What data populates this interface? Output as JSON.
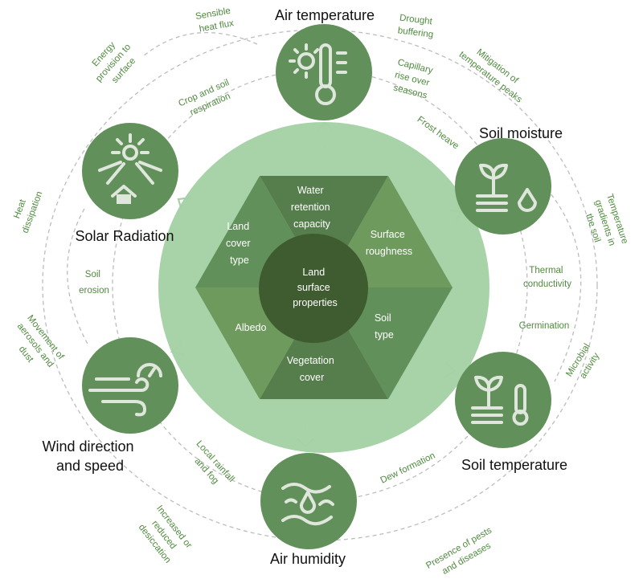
{
  "center": {
    "title_lines": [
      "Land",
      "surface",
      "properties"
    ],
    "segments": {
      "water": [
        "Water",
        "retention",
        "capacity"
      ],
      "roughness": [
        "Surface",
        "roughness"
      ],
      "soil_type": [
        "Soil",
        "type"
      ],
      "vegetation": [
        "Vegetation",
        "cover"
      ],
      "albedo": [
        "Albedo"
      ],
      "land_cover": [
        "Land",
        "cover",
        "type"
      ]
    }
  },
  "nodes": {
    "air_temperature": {
      "label": [
        "Air temperature"
      ],
      "icon": "thermometer-sun-icon"
    },
    "soil_moisture": {
      "label": [
        "Soil moisture"
      ],
      "icon": "plant-water-drop-icon"
    },
    "soil_temperature": {
      "label": [
        "Soil temperature"
      ],
      "icon": "plant-thermometer-icon"
    },
    "air_humidity": {
      "label": [
        "Air humidity"
      ],
      "icon": "humidity-icon"
    },
    "wind": {
      "label": [
        "Wind direction",
        "and speed"
      ],
      "icon": "wind-gauge-icon"
    },
    "solar": {
      "label": [
        "Solar Radiation"
      ],
      "icon": "sun-house-icon"
    }
  },
  "relations": {
    "sensible_heat_flux": [
      "Sensible",
      "heat flux"
    ],
    "drought_buffering": [
      "Drought",
      "buffering"
    ],
    "mitigation": [
      "Mitigation of",
      "temperature peaks"
    ],
    "capillary_rise": [
      "Capillary",
      "rise over",
      "seasons"
    ],
    "frost_heave": [
      "Frost heave"
    ],
    "energy_provision": [
      "Energy",
      "provision to",
      "surface"
    ],
    "crop_soil_respiration": [
      "Crop and soil",
      "respiration"
    ],
    "temperature_gradients": [
      "Temperature",
      "gradients in",
      "the soil"
    ],
    "heat_dissipation": [
      "Heat",
      "dissipation"
    ],
    "thermal_conductivity": [
      "Thermal",
      "conductivity"
    ],
    "soil_erosion": [
      "Soil",
      "erosion"
    ],
    "germination": [
      "Germination"
    ],
    "microbial_activity": [
      "Microbial",
      "activity"
    ],
    "aerosols": [
      "Movement of",
      "aerosols and",
      "dust"
    ],
    "rainfall_fog": [
      "Local rainfall",
      "and fog"
    ],
    "dew_formation": [
      "Dew formation"
    ],
    "desiccation": [
      "Increased or",
      "reduced",
      "desiccation"
    ],
    "pests_diseases": [
      "Presence of pests",
      "and diseases"
    ]
  },
  "colors": {
    "node_fill": "#62905a",
    "ring_outer": "#a8d3a8",
    "center_fill": "#3f5c30",
    "seg_water": "#567e4c",
    "seg_roughness": "#6e9a5e",
    "seg_soil_type": "#62905a",
    "seg_vegetation": "#567e4c",
    "seg_albedo": "#6e9a5e",
    "seg_land_cover": "#62905a",
    "relation_text": "#4f8a3e"
  }
}
